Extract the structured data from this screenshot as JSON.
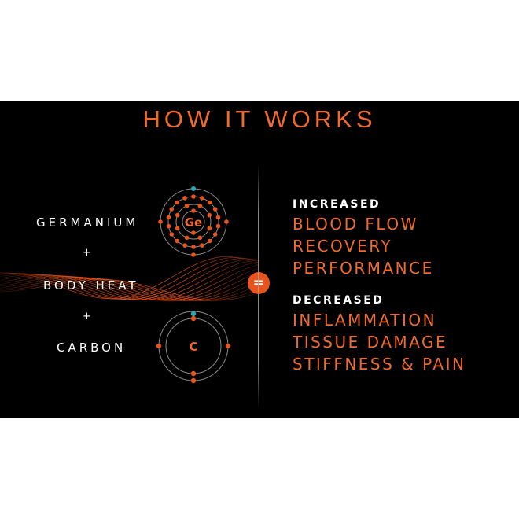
{
  "title": "HOW IT WORKS",
  "left": {
    "ingredient_1": "GERMANIUM",
    "plus_1": "+",
    "ingredient_2": "BODY HEAT",
    "plus_2": "+",
    "ingredient_3": "CARBON",
    "atom_1_symbol": "Ge",
    "atom_2_symbol": "C",
    "equals": "="
  },
  "right": {
    "increased": {
      "heading": "INCREASED",
      "items": [
        "BLOOD FLOW",
        "RECOVERY",
        "PERFORMANCE"
      ]
    },
    "decreased": {
      "heading": "DECREASED",
      "items": [
        "INFLAMMATION",
        "TISSUE DAMAGE",
        "STIFFNESS & PAIN"
      ]
    }
  },
  "colors": {
    "accent": "#ee6a2e",
    "electron": "#e8541c",
    "highlight_electron": "#2aa6b4",
    "background": "#000000"
  }
}
